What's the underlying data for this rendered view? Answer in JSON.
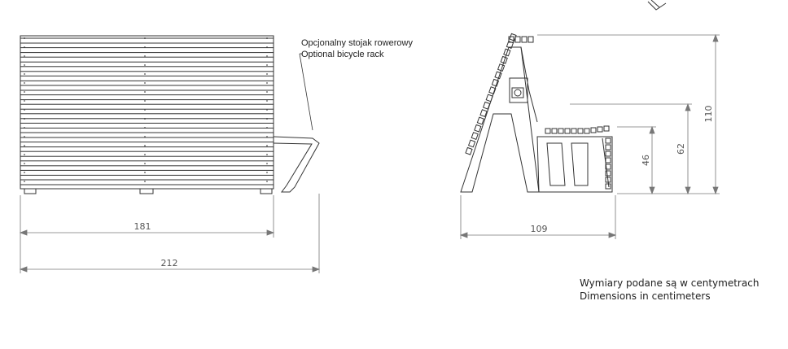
{
  "rack_label": {
    "line1": "Opcjonalny stojak rowerowy",
    "line2": "Optional bicycle rack"
  },
  "dimensions": {
    "front_inner_width": "181",
    "front_total_width": "212",
    "side_depth": "109",
    "seat_height": "46",
    "armrest_height": "62",
    "total_height": "110"
  },
  "note": {
    "line1": "Wymiary podane są w centymetrach",
    "line2": "Dimensions in centimeters"
  },
  "colors": {
    "line": "#333333",
    "dimension": "#777777"
  }
}
